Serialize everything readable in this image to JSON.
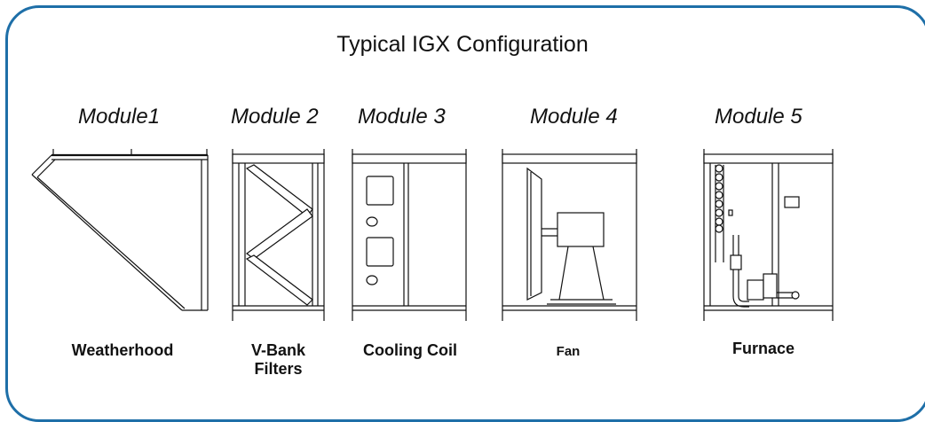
{
  "title": "Typical IGX Configuration",
  "modules": [
    {
      "heading": "Module1",
      "caption": "Weatherhood"
    },
    {
      "heading": "Module 2",
      "caption_line1": "V-Bank",
      "caption_line2": "Filters"
    },
    {
      "heading": "Module 3",
      "caption": "Cooling Coil"
    },
    {
      "heading": "Module 4",
      "caption": "Fan"
    },
    {
      "heading": "Module 5",
      "caption": "Furnace"
    }
  ],
  "colors": {
    "frame_border": "#1e6fa8",
    "line": "#111111"
  }
}
